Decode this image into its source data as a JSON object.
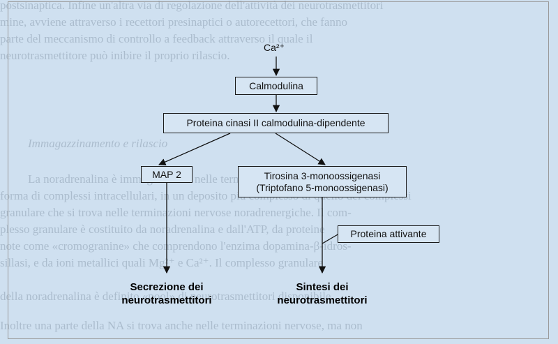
{
  "background_text": [
    "postsinaptica. Infine un'altra via di regolazione dell'attività dei neurotrasmettitori",
    "mine, avviene attraverso i recettori presinaptici o autorecettori, che fanno",
    "parte del meccanismo di controllo a feedback attraverso il quale il",
    "neurotrasmettitore può inibire il proprio rilascio.",
    "Immagazzinamento e rilascio",
    "La noradrenalina è immagazzinata nelle terminazioni nervose sotto",
    "forma di complessi intracellulari, in un deposito più complesso di quello dei complessi",
    "granulare che si trova nelle terminazioni nervose noradrenergiche. Il com-",
    "plesso granulare è costituito da noradrenalina e dall'ATP, da proteine",
    "note come «cromogranine» che comprendono l'enzima dopamina-β-idros-",
    "sillasi, e da ioni metallici quali Mg²⁺ e Ca²⁺. Il complesso granulare",
    "della noradrenalina è definito «pool» di neurotrasmettitori disponibile.",
    "Inoltre una parte della NA si trova anche nelle terminazioni nervose, ma non"
  ],
  "diagram": {
    "ion": "Ca²⁺",
    "calmodulin": "Calmodulina",
    "kinase": "Proteina cinasi II calmodulina-dipendente",
    "map2": "MAP 2",
    "hydroxylase_line1": "Tirosina 3-monoossigenasi",
    "hydroxylase_line2": "(Triptofano 5-monoossigenasi)",
    "activator": "Proteina attivante",
    "output_left_line1": "Secrezione dei",
    "output_left_line2": "neurotrasmettitori",
    "output_right_line1": "Sintesi dei",
    "output_right_line2": "neurotrasmettitori"
  }
}
